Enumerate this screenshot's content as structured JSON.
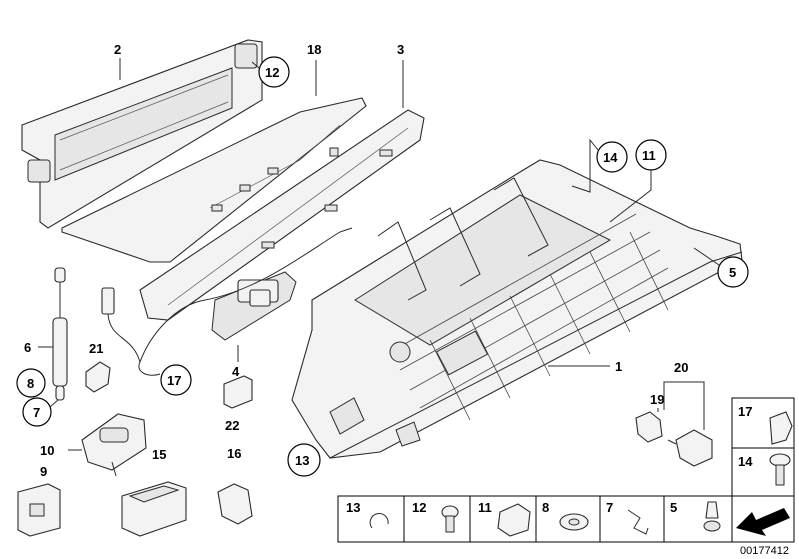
{
  "diagram": {
    "callouts": {
      "c1": "1",
      "c2": "2",
      "c3": "3",
      "c4": "4",
      "c5": "5",
      "c6": "6",
      "c7": "7",
      "c8": "8",
      "c9": "9",
      "c10": "10",
      "c11": "11",
      "c12": "12",
      "c13": "13",
      "c14": "14",
      "c15": "15",
      "c16": "16",
      "c17": "17",
      "c18": "18",
      "c19": "19",
      "c20": "20",
      "c21": "21",
      "c22": "22"
    },
    "legend": {
      "right": [
        "17",
        "14"
      ],
      "bottom": [
        "13",
        "12",
        "11",
        "8",
        "7",
        "5"
      ]
    },
    "catalog_number": "00177412"
  }
}
